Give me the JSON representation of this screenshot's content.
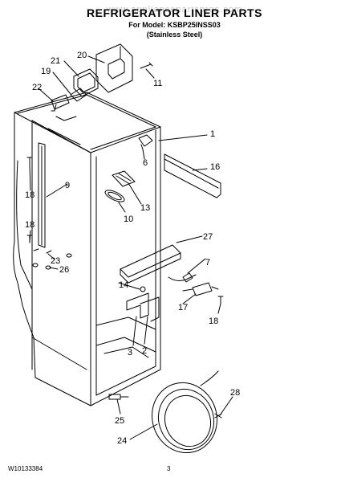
{
  "header": {
    "title": "REFRIGERATOR LINER PARTS",
    "model_line": "For Model: KSBP25INSS03",
    "variant_line": "(Stainless Steel)",
    "watermark": "www.appliancepartspros.com"
  },
  "callouts": {
    "c1": "1",
    "c2": "2",
    "c3": "3",
    "c6": "6",
    "c7": "7",
    "c9": "9",
    "c10": "10",
    "c11": "11",
    "c13": "13",
    "c14": "14",
    "c16": "16",
    "c17": "17",
    "c18a": "18",
    "c18b": "18",
    "c18c": "18",
    "c19": "19",
    "c20": "20",
    "c21": "21",
    "c22": "22",
    "c23": "23",
    "c24": "24",
    "c25": "25",
    "c26": "26",
    "c27": "27",
    "c28": "28"
  },
  "footer": {
    "doc_number": "W10133384",
    "page_number": "3"
  }
}
